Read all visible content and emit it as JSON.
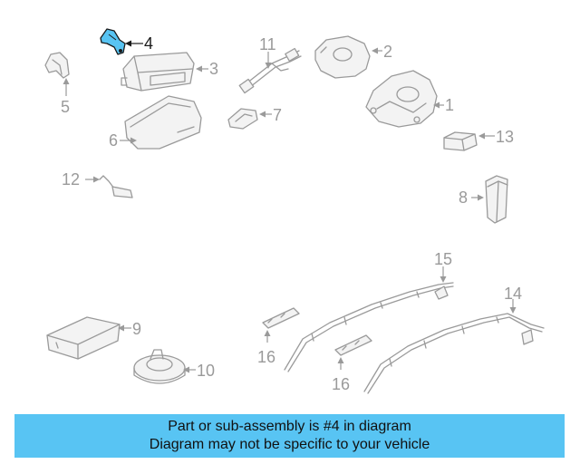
{
  "diagram": {
    "highlight_color": "#58c4f3",
    "callouts": {
      "c1": "1",
      "c2": "2",
      "c3": "3",
      "c4": "4",
      "c5": "5",
      "c6": "6",
      "c7": "7",
      "c8": "8",
      "c9": "9",
      "c10": "10",
      "c11": "11",
      "c12": "12",
      "c13": "13",
      "c14": "14",
      "c15": "15",
      "c16a": "16",
      "c16b": "16"
    },
    "highlighted_part": "4"
  },
  "banner": {
    "line1": "Part or sub-assembly is #4 in diagram",
    "line2": "Diagram may not be specific to your vehicle",
    "background": "#58c4f3"
  }
}
